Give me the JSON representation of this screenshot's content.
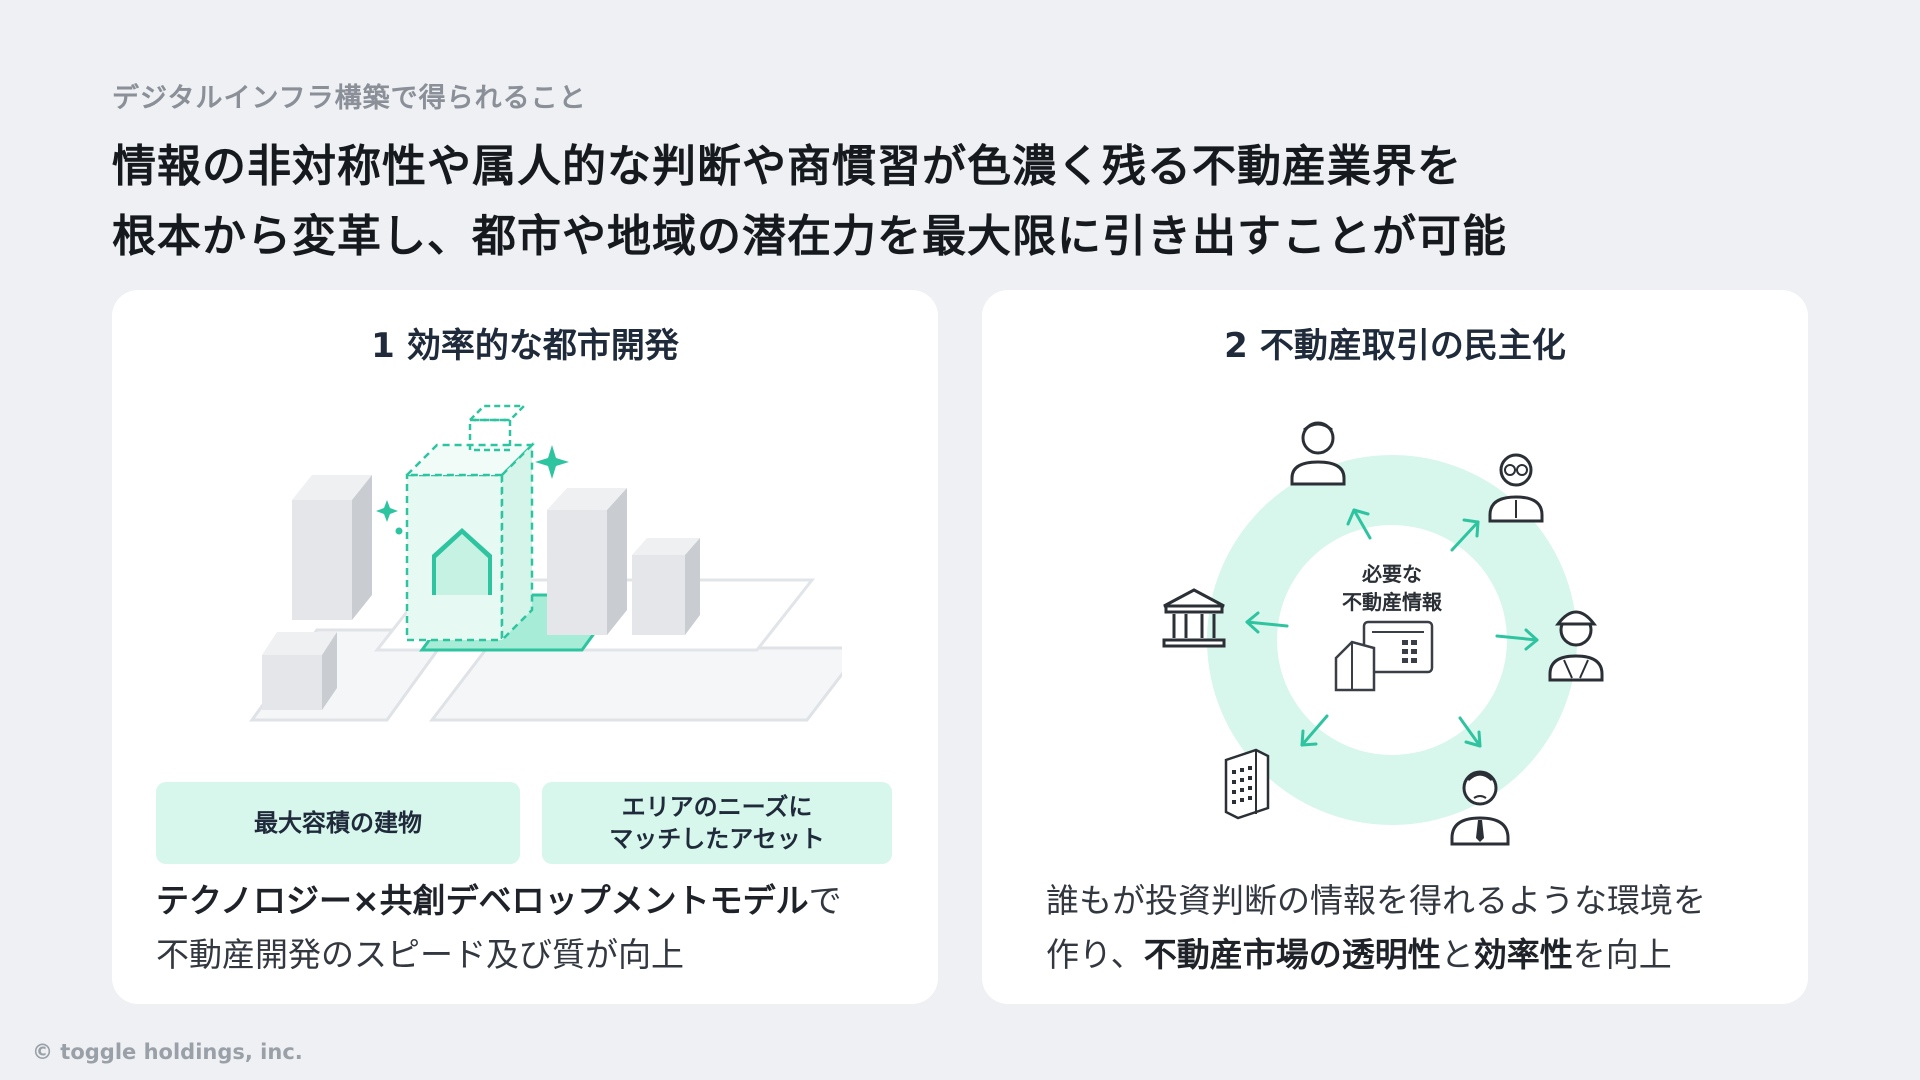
{
  "eyebrow": "デジタルインフラ構築で得られること",
  "headline": {
    "line1": "情報の非対称性や属人的な判断や商慣習が色濃く残る不動産業界を",
    "line2": "根本から変革し、都市や地域の潜在力を最大限に引き出すことが可能"
  },
  "cards": [
    {
      "number": "1",
      "title": "効率的な都市開発",
      "tags": [
        {
          "lines": [
            "最大容積の建物"
          ]
        },
        {
          "lines": [
            "エリアのニーズに",
            "マッチしたアセット"
          ]
        }
      ],
      "description": {
        "line1_bold": "テクノロジー×共創デベロップメントモデル",
        "line1_rest": "で",
        "line2": "不動産開発のスピード及び質が向上"
      }
    },
    {
      "number": "2",
      "title": "不動産取引の民主化",
      "center_label": [
        "必要な",
        "不動産情報"
      ],
      "description": {
        "line1": "誰もが投資判断の情報を得れるような環境を",
        "line2_pre": "作り、",
        "line2_bold1": "不動産市場の透明性",
        "line2_mid": "と",
        "line2_bold2": "効率性",
        "line2_post": "を向上"
      }
    }
  ],
  "icons": {
    "left_illustration": "city-buildings-icon",
    "ring_items": [
      "person-icon",
      "glasses-person-icon",
      "construction-worker-icon",
      "businessman-icon",
      "office-building-icon",
      "bank-icon"
    ]
  },
  "colors": {
    "accent": "#2ec4a0",
    "accent_light": "#d7f6ec",
    "background": "#eef0f3"
  },
  "footer": "© toggle holdings, inc."
}
